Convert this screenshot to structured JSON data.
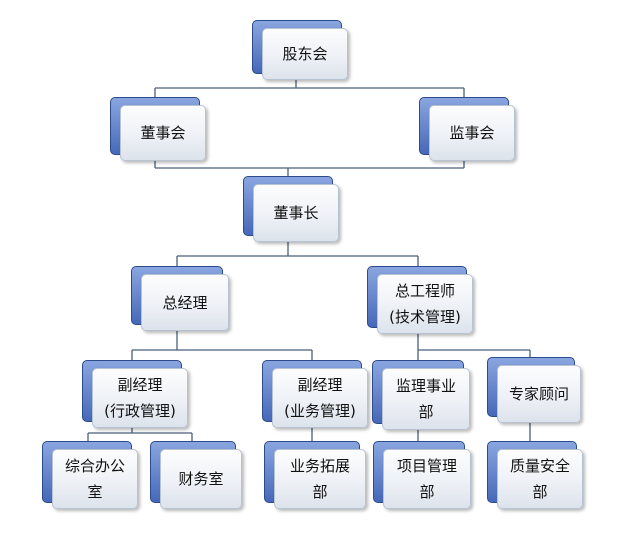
{
  "diagram": {
    "type": "org-chart",
    "nodes": {
      "shareholders_meeting": "股东会",
      "board_of_directors": "董事会",
      "board_of_supervisors": "监事会",
      "chairman": "董事长",
      "general_manager": "总经理",
      "chief_engineer": "总工程师\n(技术管理)",
      "deputy_gm_admin": "副经理\n(行政管理)",
      "deputy_gm_business": "副经理\n(业务管理)",
      "supervision_dept": "监理事业\n部",
      "expert_consultant": "专家顾问",
      "general_office": "综合办公\n室",
      "finance_office": "财务室",
      "business_dev_dept": "业务拓展\n部",
      "project_mgmt_dept": "项目管理\n部",
      "quality_safety_dept": "质量安全\n部"
    },
    "colors": {
      "box_back": "#4668b8",
      "box_front": "#eef1f6",
      "connector": "#4a5f7a"
    }
  }
}
